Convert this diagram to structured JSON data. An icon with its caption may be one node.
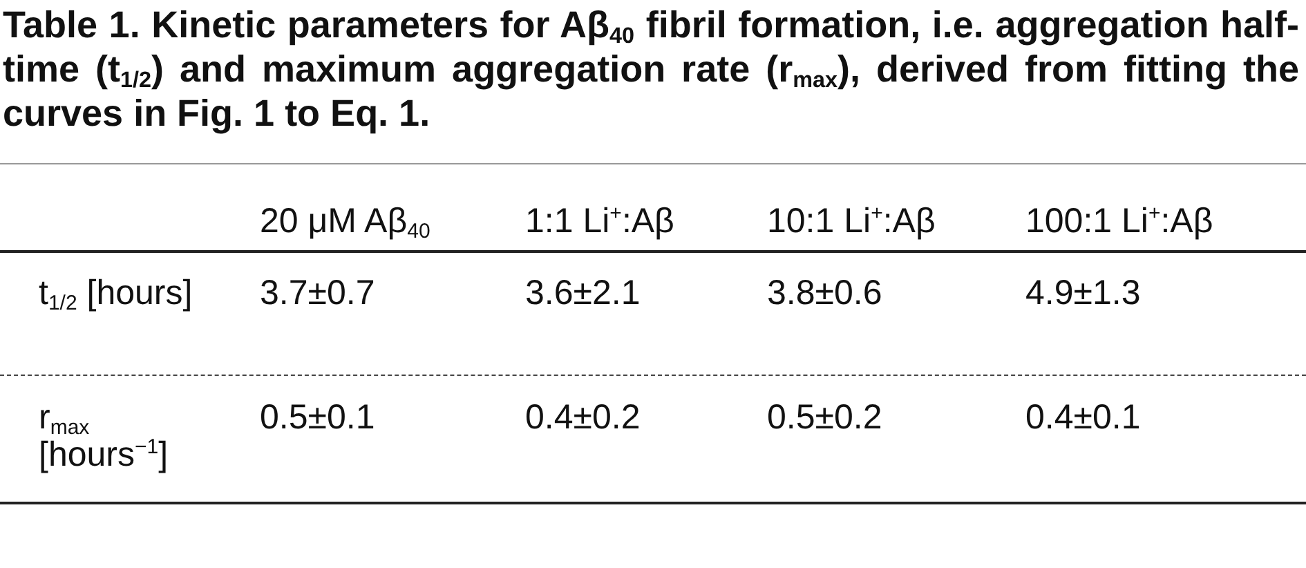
{
  "diagram": {
    "title": "Table 1. Kinetic parameters for Aβ$_{40}$ fibril formation, i.e. aggregation half-time (t$_{1/2}$) and maximum aggregation rate (r$_{max}$), derived from fitting the curves in Fig. 1 to Eq. 1.",
    "labels": [
      "20 μM Aβ$_{40}$",
      "1:1 Li$^{+}$:Aβ",
      "10:1 Li$^{+}$:Aβ",
      "100:1 Li$^{+}$:Aβ",
      "t$_{1/2}$ [hours]",
      "3.7±0.7",
      "3.6±2.1",
      "3.8±0.6",
      "4.9±1.3",
      "r$_{max}$ [hours$^{−1}$]",
      "0.5±0.1",
      "0.4±0.2",
      "0.5±0.2",
      "0.4±0.1"
    ]
  }
}
